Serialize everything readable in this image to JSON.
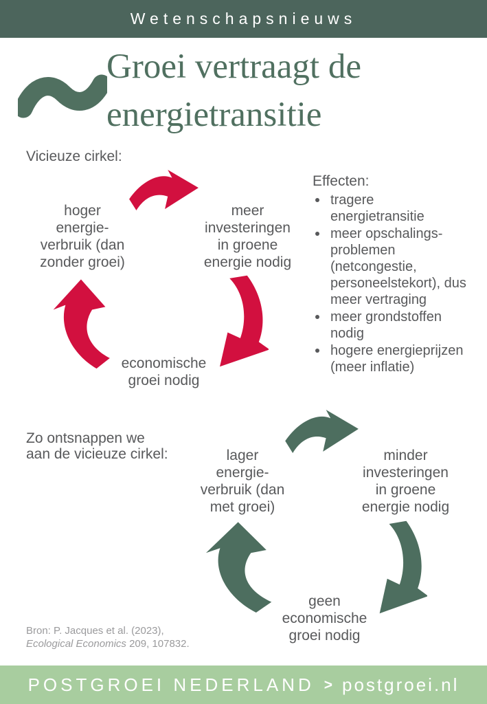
{
  "colors": {
    "header_bg": "#4c655c",
    "title_green": "#507060",
    "accent_red": "#d2103f",
    "accent_green": "#4d6e5f",
    "footer_bg": "#a8cd9f",
    "text_gray": "#58595b",
    "source_gray": "#9a9a9c"
  },
  "header": {
    "label": "Wetenschapsnieuws"
  },
  "title": {
    "lines": [
      "Groei vertraagt de",
      "energietransitie"
    ]
  },
  "vicious_cycle": {
    "label": "Vicieuze cirkel:",
    "nodes": {
      "energy": {
        "lines": [
          "hoger",
          "energie-",
          "verbruik (dan",
          "zonder groei)"
        ]
      },
      "investment": {
        "lines": [
          "meer",
          "investeringen",
          "in groene",
          "energie nodig"
        ]
      },
      "growth": {
        "lines": [
          "economische",
          "groei nodig"
        ]
      }
    }
  },
  "effects": {
    "title": "Effecten:",
    "items": [
      "tragere energietransitie",
      "meer opschalings-problemen (netcongestie, personeelstekort), dus meer vertraging",
      "meer grondstoffen nodig",
      "hogere energieprijzen (meer inflatie)"
    ]
  },
  "escape_cycle": {
    "label_lines": [
      "Zo ontsnappen we",
      "aan de vicieuze cirkel:"
    ],
    "nodes": {
      "energy": {
        "lines": [
          "lager",
          "energie-",
          "verbruik (dan",
          "met groei)"
        ]
      },
      "investment": {
        "lines": [
          "minder",
          "investeringen",
          "in groene",
          "energie nodig"
        ]
      },
      "growth": {
        "lines": [
          "geen",
          "economische",
          "groei nodig"
        ]
      }
    }
  },
  "source": {
    "prefix": "Bron: P. Jacques et al. (2023),",
    "journal": "Ecological Economics",
    "suffix": " 209, 107832."
  },
  "footer": {
    "brand": "POSTGROEI NEDERLAND",
    "separator": ">",
    "url": "postgroei.nl"
  }
}
